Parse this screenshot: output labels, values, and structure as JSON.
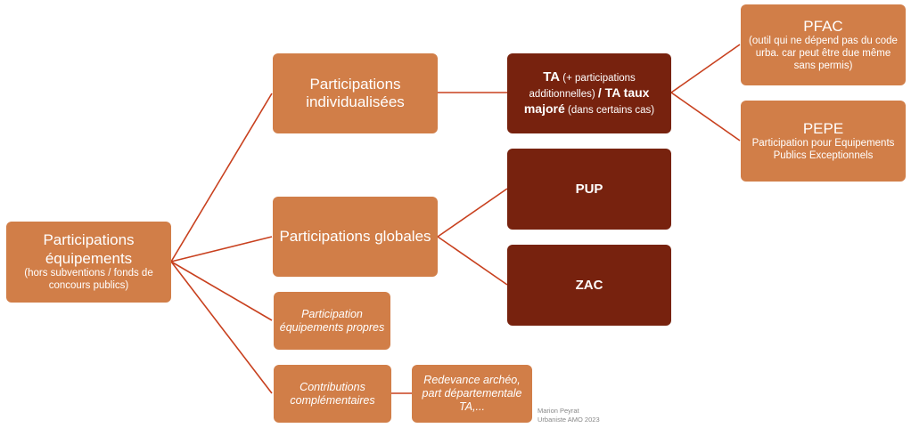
{
  "colors": {
    "light": "#D17E48",
    "dark": "#77220E",
    "connector": "#C8401E"
  },
  "root": {
    "title": "Participations équipements",
    "subtitle": "(hors subventions / fonds de concours publics)"
  },
  "individualisees": {
    "title": "Participations individualisées"
  },
  "globales": {
    "title": "Participations globales"
  },
  "propres": {
    "title": "Participation équipements propres"
  },
  "complementaires": {
    "title": "Contributions complémentaires"
  },
  "redevance": {
    "title": "Redevance archéo, part départementale TA,..."
  },
  "ta": {
    "bold1": "TA",
    "text1": "(+ participations additionnelles)",
    "bold2": "/ TA taux majoré",
    "text2": "(dans certains cas)"
  },
  "pup": {
    "title": "PUP"
  },
  "zac": {
    "title": "ZAC"
  },
  "pfac": {
    "title": "PFAC",
    "subtitle": "(outil qui ne dépend pas du code urba. car peut être due même sans permis)"
  },
  "pepe": {
    "title": "PEPE",
    "subtitle": "Participation pour Equipements Publics Exceptionnels"
  },
  "credit": {
    "line1": "Marion Peyrat",
    "line2": "Urbaniste AMO 2023"
  }
}
